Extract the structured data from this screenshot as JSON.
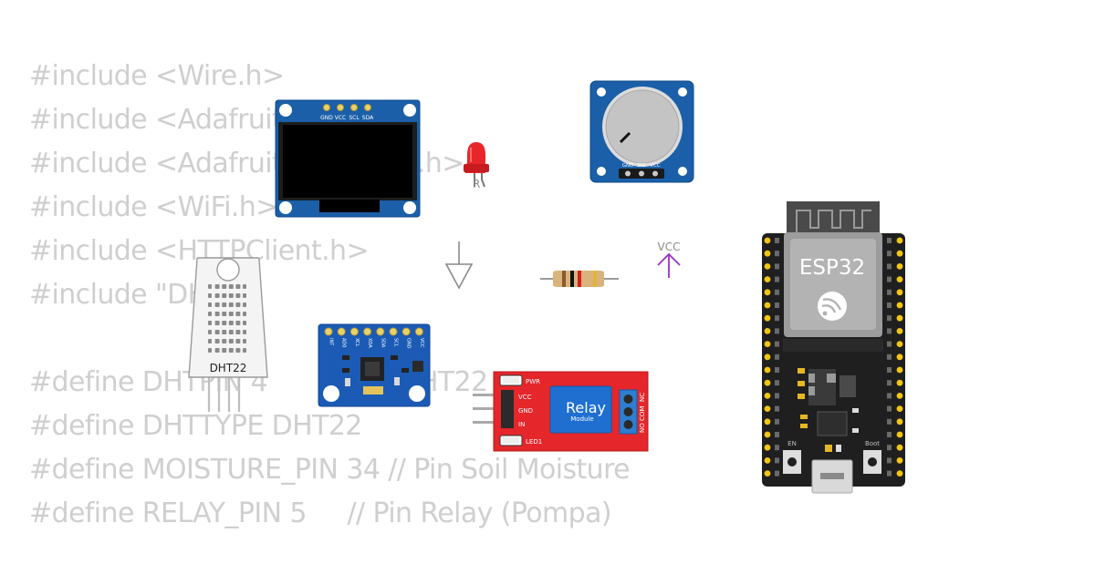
{
  "code_lines": [
    "#include <Wire.h>",
    "#include <Adafruit_GFX.h>",
    "#include <Adafruit_SSD1306.h>",
    "#include <WiFi.h>",
    "#include <HTTPClient.h>",
    "#include \"DHT.h\"",
    "",
    "#define DHTPIN 4       // Pin DHT22",
    "#define DHTTYPE DHT22",
    "#define MOISTURE_PIN 34 // Pin Soil Moisture",
    "#define RELAY_PIN 5     // Pin Relay (Pompa)"
  ],
  "oled": {
    "pins": [
      "GND",
      "VCC",
      "SCL",
      "SDA"
    ]
  },
  "potentiometer": {
    "pins": [
      "GND",
      "SIG",
      "VCC"
    ]
  },
  "led": {
    "pin_label": "R",
    "color": "#e8262a"
  },
  "ground": {
    "symbol": "ground-icon"
  },
  "vcc": {
    "label": "VCC",
    "color": "#9b30c8"
  },
  "dht22": {
    "label": "DHT22"
  },
  "mpu6050": {
    "pins": [
      "INT",
      "AD0",
      "XCL",
      "XDA",
      "SDA",
      "SCL",
      "GND",
      "VCC"
    ]
  },
  "relay": {
    "title": "Relay",
    "subtitle": "Module",
    "pins": [
      "VCC",
      "GND",
      "IN"
    ],
    "leds": [
      "PWR",
      "LED1"
    ],
    "terminals": [
      "NO",
      "COM",
      "NC"
    ],
    "color": "#e5262a"
  },
  "esp32": {
    "label": "ESP32",
    "buttons": [
      "EN",
      "Boot"
    ]
  }
}
